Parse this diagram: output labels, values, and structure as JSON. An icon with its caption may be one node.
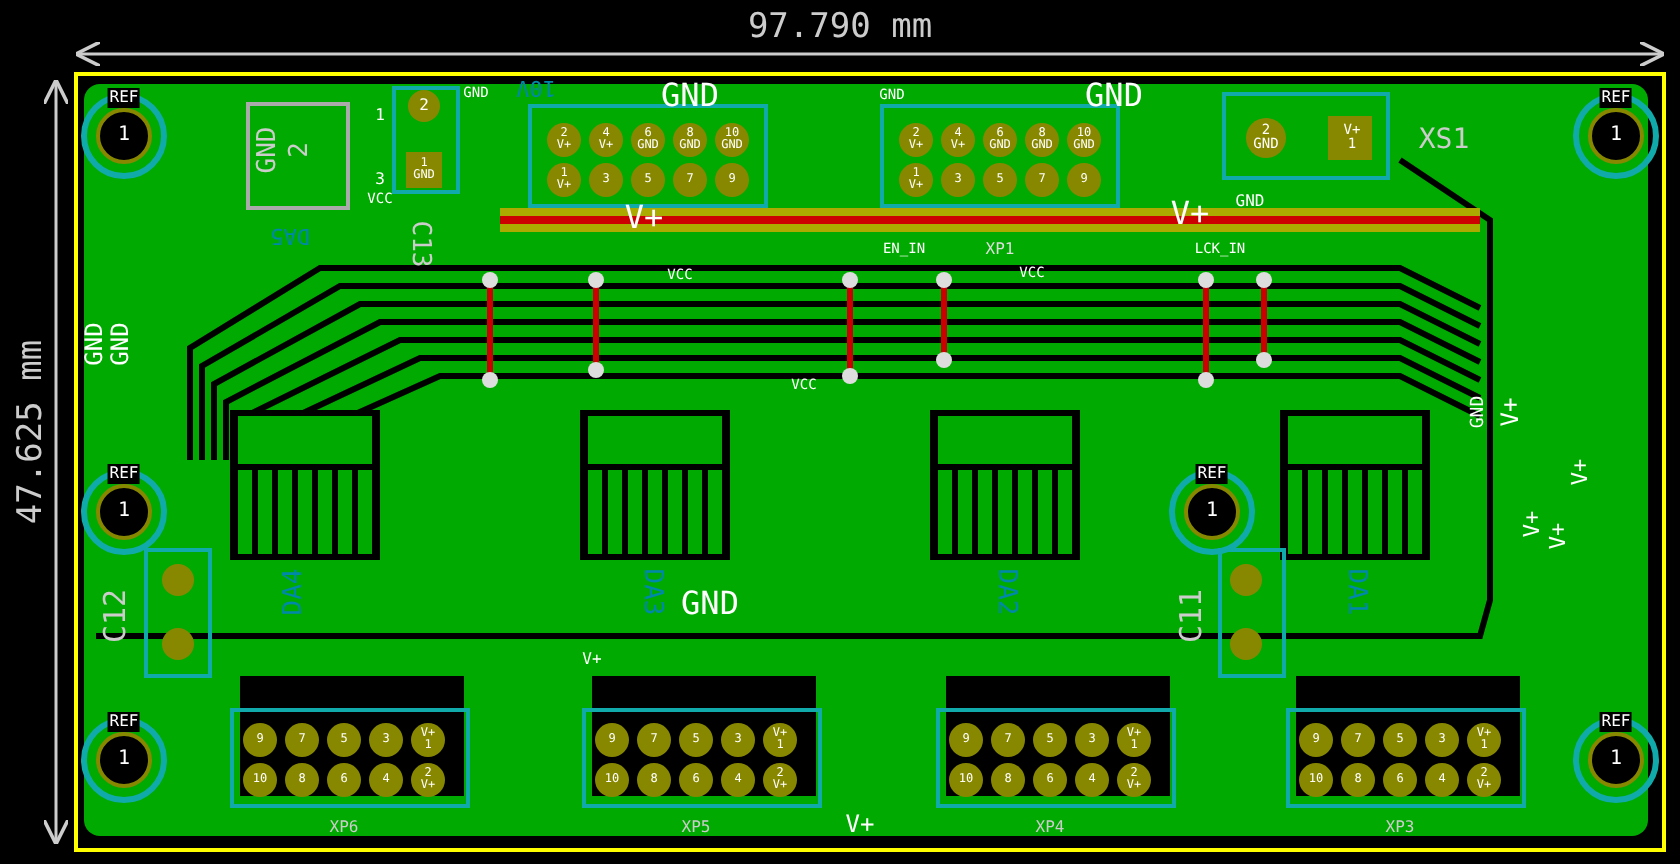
{
  "diagram": {
    "labels": [
      "97.790 mm",
      "47.625 mm",
      "REF",
      "1",
      "REF",
      "1",
      "REF",
      "1",
      "REF",
      "1",
      "REF",
      "1",
      "REF",
      "1",
      "GND",
      "2",
      "1",
      "3",
      "VCC",
      "DA5",
      "GND",
      "2",
      "1 GND",
      "C13",
      "10V",
      "GND",
      "2 V+",
      "4 V+",
      "6 GND",
      "8 GND",
      "10 GND",
      "1 V+",
      "3",
      "5",
      "7",
      "9",
      "GND",
      "GND",
      "2 V+",
      "4 V+",
      "6 GND",
      "8 GND",
      "10 GND",
      "1 V+",
      "3",
      "5",
      "7",
      "9",
      "EN_IN",
      "XP1",
      "2 GND",
      "V+ 1",
      "XS1",
      "V+",
      "V+",
      "GND",
      "VCC",
      "VCC",
      "LCK_IN",
      "VCC",
      "GND",
      "GND",
      "GND",
      "V+",
      "V+",
      "V+",
      "V+",
      "GND",
      "V+",
      "C12",
      "C11",
      "DA4",
      "DA3",
      "DA2",
      "DA1",
      "9",
      "7",
      "5",
      "3",
      "V+ 1",
      "10",
      "8",
      "6",
      "4",
      "2 V+",
      "XP6",
      "9",
      "7",
      "5",
      "3",
      "V+ 1",
      "10",
      "8",
      "6",
      "4",
      "2 V+",
      "XP5",
      "9",
      "7",
      "5",
      "3",
      "V+ 1",
      "10",
      "8",
      "6",
      "4",
      "2 V+",
      "XP4",
      "9",
      "7",
      "5",
      "3",
      "V+ 1",
      "10",
      "8",
      "6",
      "4",
      "2 V+",
      "XP3",
      "V+"
    ]
  }
}
